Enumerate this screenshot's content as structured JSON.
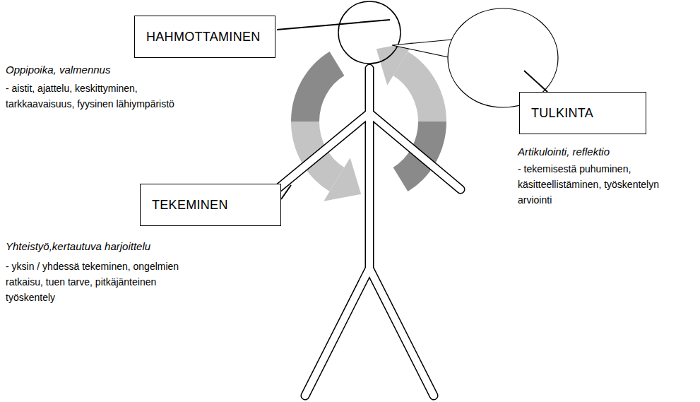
{
  "diagram": {
    "nodes": [
      {
        "text": [
          "HAHMOTTAMINEN"
        ]
      },
      {
        "text": [
          "TULKINTA"
        ]
      },
      {
        "text": [
          "TEKEMINEN"
        ]
      }
    ],
    "labels": [
      "Oppipoika, valmennus",
      "- aistit, ajattelu, keskittyminen, tarkkaavaisuus, fyysinen lähiympäristö",
      "Artikulointi, reflektio",
      "- tekemisestä puhuminen, käsitteellistäminen, työskentelyn arviointi",
      "Yhteistyö,kertautuva harjoittelu",
      "- yksin / yhdessä tekeminen, ongelmien ratkaisu, tuen tarve, pitkäjänteinen työskentely"
    ]
  }
}
